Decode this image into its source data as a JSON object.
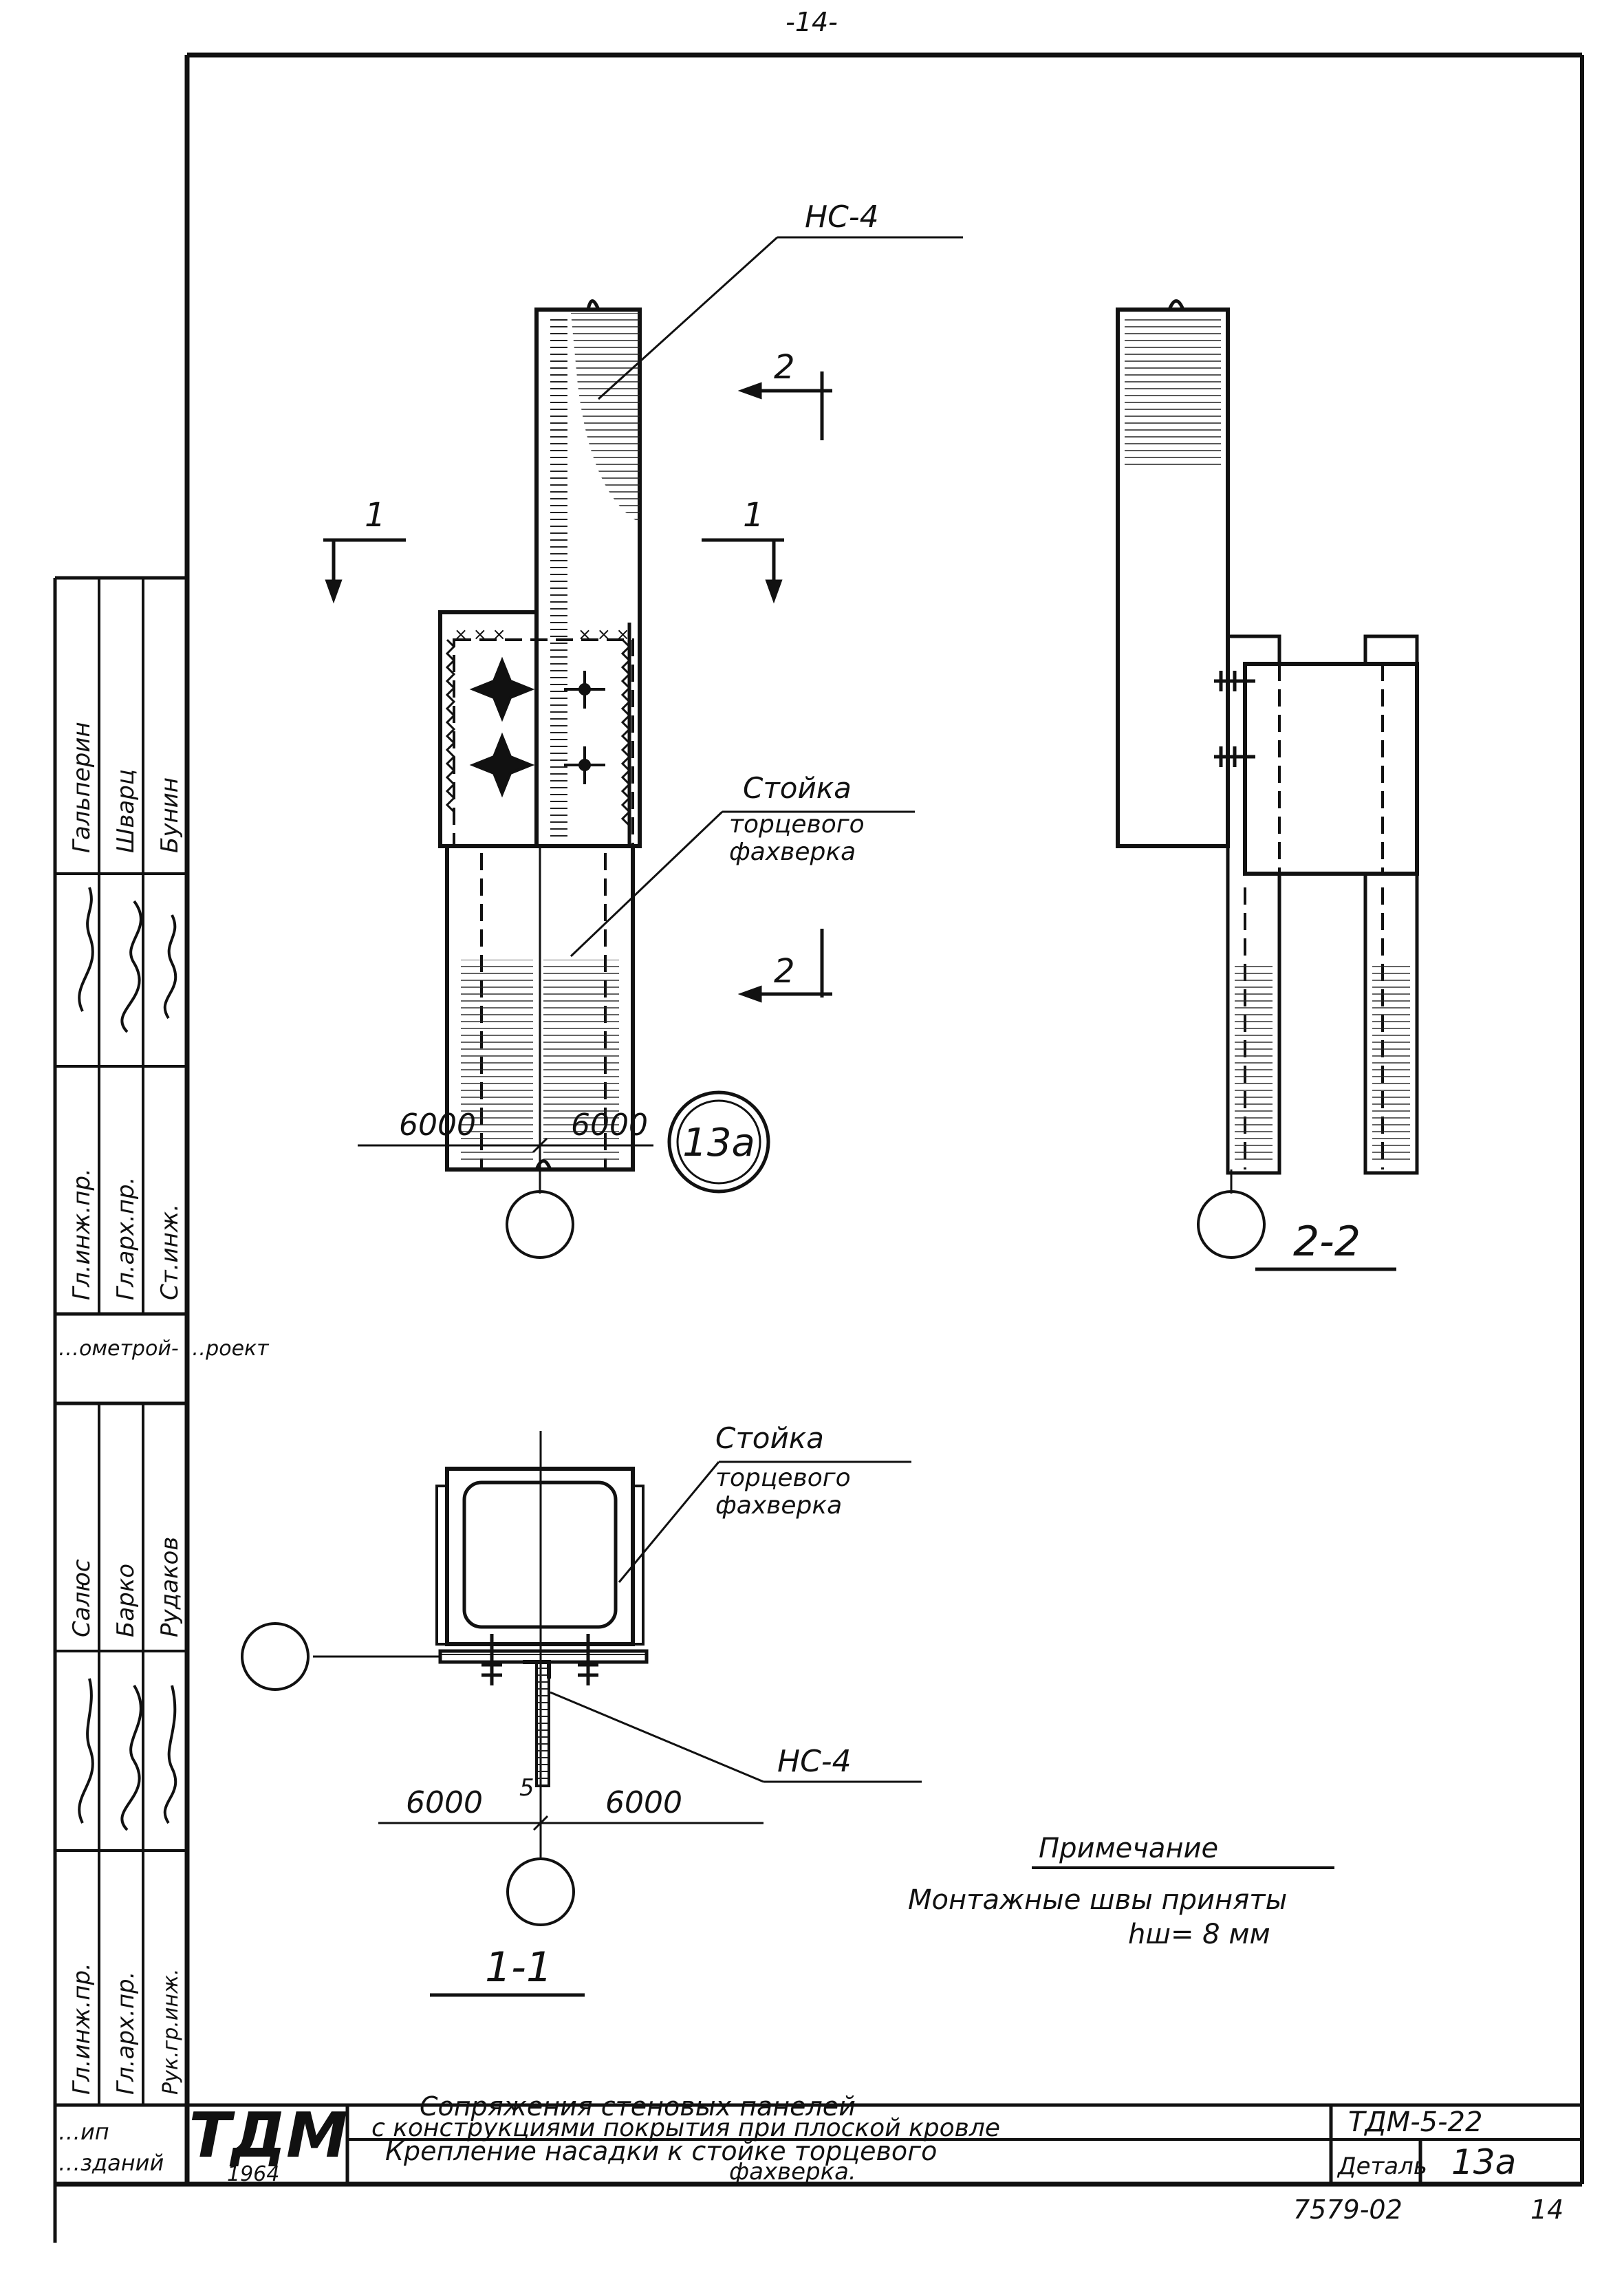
{
  "page": {
    "page_number_top": "-14-",
    "sheet_code": "7579-02",
    "sheet_number": "14"
  },
  "views": {
    "elevation": {
      "part_label": "НС-4",
      "column_label_line1": "Стойка",
      "column_label_line2": "торцевого",
      "column_label_line3": "фахверка",
      "section_1_label_left": "1",
      "section_1_label_right": "1",
      "section_2_label_top": "2",
      "section_2_label_bottom": "2",
      "dim_left": "6000",
      "dim_right": "6000",
      "detail_marker": "13а"
    },
    "section_2_2": {
      "title": "2-2"
    },
    "section_1_1": {
      "title": "1-1",
      "column_label_line1": "Стойка",
      "column_label_line2": "торцевого",
      "column_label_line3": "фахверка",
      "part_label": "НС-4",
      "weld_size": "5",
      "dim_left": "6000",
      "dim_right": "6000"
    }
  },
  "note": {
    "heading": "Примечание",
    "line1": "Монтажные швы приняты",
    "line2": "hш= 8 мм"
  },
  "side_stamp": {
    "roles_top": [
      "Гл.инж.пр.",
      "Гл.арх.пр.",
      "Ст.инж."
    ],
    "names_top": [
      "Гальперин",
      "Шварц",
      "Бунин"
    ],
    "org": "…ометрой-\n…роект",
    "roles_bottom": [
      "Гл.инж.пр.",
      "Гл.арх.пр.",
      "Рук.гр.инж."
    ],
    "names_bottom": [
      "Салюс",
      "Барко",
      "Рудаков"
    ],
    "bottom_label_1": "…ип",
    "bottom_label_2": "…зданий"
  },
  "title_block": {
    "logo": "ТДМ",
    "year": "1964",
    "title_line1": "Сопряжения стеновых панелей",
    "title_line2": "с конструкциями покрытия при плоской кровле",
    "subtitle_line1": "Крепление насадки к стойке торцевого",
    "subtitle_line2": "фахверка.",
    "series": "ТДМ-5-22",
    "detail_label": "Деталь",
    "detail_number": "13а"
  }
}
